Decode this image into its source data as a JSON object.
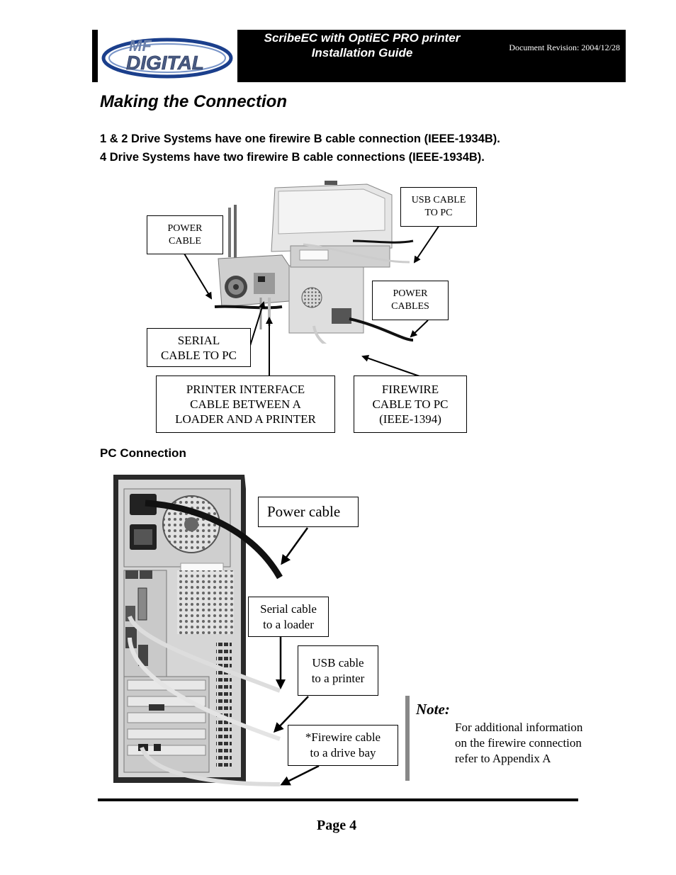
{
  "header": {
    "logo_text_top": "MF",
    "logo_text_bottom": "DIGITAL",
    "title_line1": "ScribeEC with OptiEC PRO printer",
    "title_line2": "Installation Guide",
    "revision": "Document Revision: 2004/12/28"
  },
  "section_title": "Making the Connection",
  "intro": {
    "line1": "1 & 2 Drive Systems have one firewire B cable connection (IEEE-1934B).",
    "line2": "4 Drive Systems have two firewire B cable connections (IEEE-1934B)."
  },
  "diagram1": {
    "labels": {
      "usb_line1": "USB CABLE",
      "usb_line2": "TO PC",
      "power_line1": "POWER",
      "power_line2": "CABLE",
      "power_cables_line1": "POWER",
      "power_cables_line2": "CABLES",
      "serial_line1": "SERIAL",
      "serial_line2": "CABLE TO PC",
      "printer_if_line1": "PRINTER INTERFACE",
      "printer_if_line2": "CABLE BETWEEN A",
      "printer_if_line3": "LOADER AND A PRINTER",
      "firewire_line1": "FIREWIRE",
      "firewire_line2": "CABLE TO PC",
      "firewire_line3": "(IEEE-1394)"
    }
  },
  "pc_connection": {
    "heading": "PC Connection",
    "labels": {
      "power": "Power cable",
      "serial_line1": "Serial cable",
      "serial_line2": "to a loader",
      "usb_line1": "USB cable",
      "usb_line2": "to a printer",
      "firewire_line1": "*Firewire cable",
      "firewire_line2": "to a drive bay"
    }
  },
  "note": {
    "title": "Note:",
    "line1": "For additional information",
    "line2": "on the firewire connection",
    "line3": "refer to Appendix A"
  },
  "footer": {
    "page": "Page 4"
  }
}
